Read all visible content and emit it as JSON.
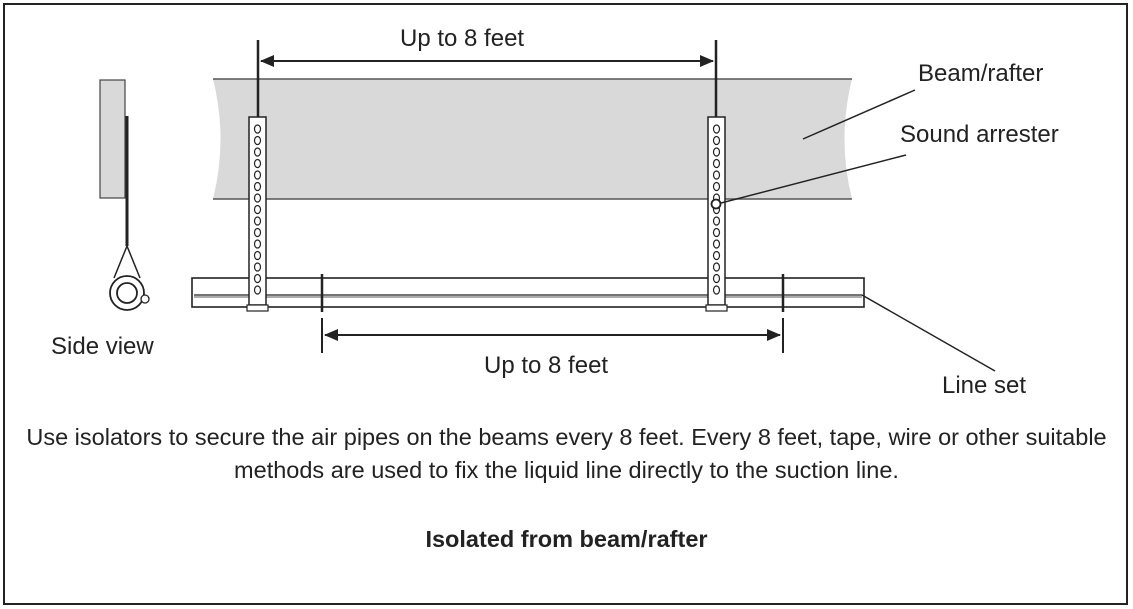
{
  "labels": {
    "top_span": "Up to 8 feet",
    "bottom_span": "Up to 8 feet",
    "beam": "Beam/rafter",
    "arrester": "Sound arrester",
    "side_view": "Side view",
    "line_set": "Line set"
  },
  "caption": "Use isolators to secure the air pipes on the beams every 8 feet. Every 8 feet, tape, wire or other suitable methods are used to fix the liquid line directly to the suction line.",
  "subtitle": "Isolated from beam/rafter",
  "colors": {
    "beam_fill": "#d9d9d9",
    "line": "#222222"
  }
}
